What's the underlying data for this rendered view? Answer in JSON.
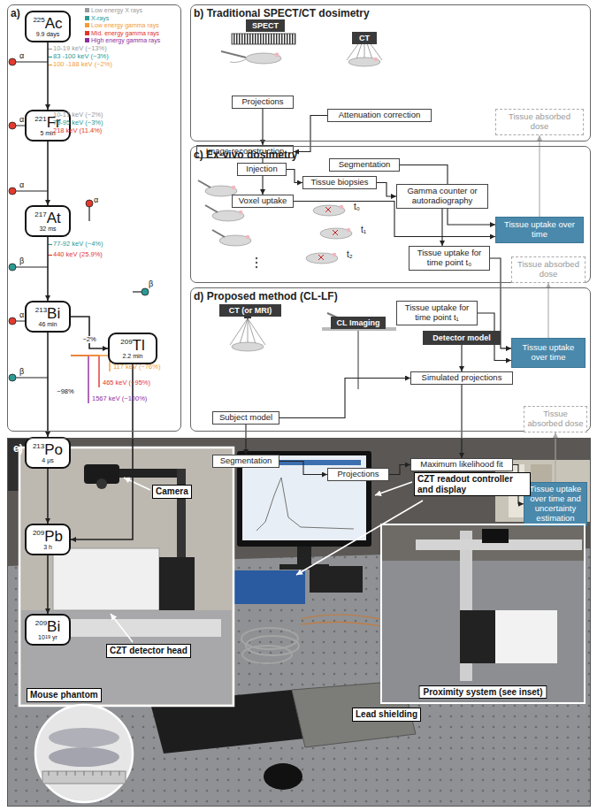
{
  "diagram": {
    "nodes": [
      {
        "text": [
          "a)"
        ]
      },
      {
        "text": [
          "225",
          "Ac",
          "9.9 days"
        ],
        "in": 0
      },
      {
        "text": [
          "221",
          "Fr",
          "5 min"
        ],
        "in": 0
      },
      {
        "text": [
          "217",
          "At",
          "32 ms"
        ],
        "in": 0
      },
      {
        "text": [
          "213",
          "Bi",
          "46 min"
        ],
        "in": 0
      },
      {
        "text": [
          "209",
          "Tl",
          "2.2 min"
        ],
        "in": 0
      },
      {
        "text": [
          "213",
          "Po",
          "4 μs"
        ],
        "in": 0
      },
      {
        "text": [
          "209",
          "Pb",
          "3 h"
        ],
        "in": 0
      },
      {
        "text": [
          "209",
          "Bi",
          "10",
          "19",
          "yr"
        ],
        "in": 0
      },
      {
        "text": [
          "b) Traditional SPECT/CT dosimetry"
        ]
      },
      {
        "text": [
          "SPECT"
        ],
        "in": 9
      },
      {
        "text": [
          "CT"
        ],
        "in": 9
      },
      {
        "text": [
          "Projections"
        ],
        "in": 9
      },
      {
        "text": [
          "Attenuation correction"
        ],
        "in": 9
      },
      {
        "text": [
          "Image reconstruction"
        ],
        "in": 9
      },
      {
        "text": [
          "Segmentation"
        ],
        "in": 9
      },
      {
        "text": [
          "Voxel uptake"
        ],
        "in": 9
      },
      {
        "text": [
          "Tissue absorbed dose"
        ],
        "in": 9
      },
      {
        "text": [
          "Tissue uptake over time"
        ],
        "in": 9
      },
      {
        "text": [
          "c) Ex-vivo dosimetry"
        ]
      },
      {
        "text": [
          "Injection"
        ],
        "in": 19
      },
      {
        "text": [
          "Tissue biopsies"
        ],
        "in": 19
      },
      {
        "text": [
          "Gamma counter or autoradiography"
        ],
        "in": 19
      },
      {
        "text": [
          "Tissue uptake for time point t₀"
        ],
        "in": 19
      },
      {
        "text": [
          "Tissue uptake for time point t₁"
        ],
        "in": 19
      },
      {
        "text": [
          "Tissue absorbed dose"
        ],
        "in": 19
      },
      {
        "text": [
          "Tissue uptake over time"
        ],
        "in": 19
      },
      {
        "text": [
          "d) Proposed method (CL-LF)"
        ]
      },
      {
        "text": [
          "CT (or MRI)"
        ],
        "in": 27
      },
      {
        "text": [
          "CL Imaging"
        ],
        "in": 27
      },
      {
        "text": [
          "Detector model"
        ],
        "in": 27
      },
      {
        "text": [
          "Simulated projections"
        ],
        "in": 27
      },
      {
        "text": [
          "Subject model"
        ],
        "in": 27
      },
      {
        "text": [
          "Segmentation"
        ],
        "in": 27
      },
      {
        "text": [
          "Projections"
        ],
        "in": 27
      },
      {
        "text": [
          "Maximum likelihood fit"
        ],
        "in": 27
      },
      {
        "text": [
          "Tissue absorbed dose"
        ],
        "in": 27
      },
      {
        "text": [
          "Tissue uptake over time and uncertainty estimation"
        ],
        "in": 27
      },
      {
        "text": [
          "e)"
        ]
      },
      {
        "text": [
          "Proximity system (see inset)"
        ],
        "in": 38
      }
    ],
    "edges": [
      {
        "from": 1,
        "to": 2,
        "arrow": "to"
      },
      {
        "from": 2,
        "to": 3,
        "arrow": "to"
      },
      {
        "from": 3,
        "to": 4,
        "arrow": "to"
      },
      {
        "from": 4,
        "to": 5,
        "label": "~2%",
        "arrow": "to"
      },
      {
        "from": 4,
        "to": 6,
        "label": "~98%",
        "arrow": "to"
      },
      {
        "from": 5,
        "to": 7,
        "arrow": "to"
      },
      {
        "from": 6,
        "to": 7,
        "arrow": "to"
      },
      {
        "from": 7,
        "to": 8,
        "arrow": "to"
      },
      {
        "from": 12,
        "to": 14,
        "arrow": "to"
      },
      {
        "from": 13,
        "to": 14,
        "arrow": "to"
      },
      {
        "from": 14,
        "to": 16,
        "arrow": "to"
      },
      {
        "from": 16,
        "to": 18,
        "arrow": "to"
      },
      {
        "from": 15,
        "to": 18,
        "arrow": "to"
      },
      {
        "from": 18,
        "to": 17,
        "arrow": "to"
      },
      {
        "from": 20,
        "to": 21,
        "arrow": "to"
      },
      {
        "from": 21,
        "to": 22,
        "arrow": "to"
      },
      {
        "from": 22,
        "to": 23,
        "arrow": "to"
      },
      {
        "from": 23,
        "to": 26,
        "arrow": "to"
      },
      {
        "from": 24,
        "to": 26,
        "arrow": "to"
      },
      {
        "from": 26,
        "to": 25,
        "arrow": "to"
      },
      {
        "from": 32,
        "to": 33,
        "arrow": "to"
      },
      {
        "from": 32,
        "to": 31,
        "arrow": "to"
      },
      {
        "from": 30,
        "to": 31,
        "arrow": "to"
      },
      {
        "from": 33,
        "to": 34,
        "arrow": "to"
      },
      {
        "from": 34,
        "to": 35,
        "arrow": "to"
      },
      {
        "from": 31,
        "to": 35,
        "arrow": "to"
      },
      {
        "from": 35,
        "to": 37,
        "arrow": "to"
      },
      {
        "from": 37,
        "to": 36,
        "arrow": "to"
      }
    ],
    "labels": [
      "10-19 keV (~13%)",
      "83 -100 keV (~3%)",
      "100 -188 keV (~2%)",
      "α",
      "10-17 keV (~2%)",
      "79-95 keV (~3%)",
      "218 keV (11.4%)",
      "α",
      "α",
      "α",
      "β",
      "77-92 keV (~4%)",
      "440 keV (25.9%)",
      "β",
      "α",
      "β",
      "117 keV (~76%)",
      "465 keV (~95%)",
      "1567 keV (~100%)",
      "t₀",
      "t₁",
      "t₂",
      "Camera",
      "CZT detector head",
      "Mouse phantom",
      "CZT readout controller and display",
      "Lead shielding"
    ],
    "legend": [
      {
        "text": "Low energy X rays",
        "color": "#9a9a9a"
      },
      {
        "text": "X-rays",
        "color": "#2b9a93"
      },
      {
        "text": "Low energy gamma rays",
        "color": "#f29b38"
      },
      {
        "text": "Mid. energy gamma rays",
        "color": "#e2342b"
      },
      {
        "text": "High energy gamma rays",
        "color": "#8e2c9c"
      }
    ]
  }
}
